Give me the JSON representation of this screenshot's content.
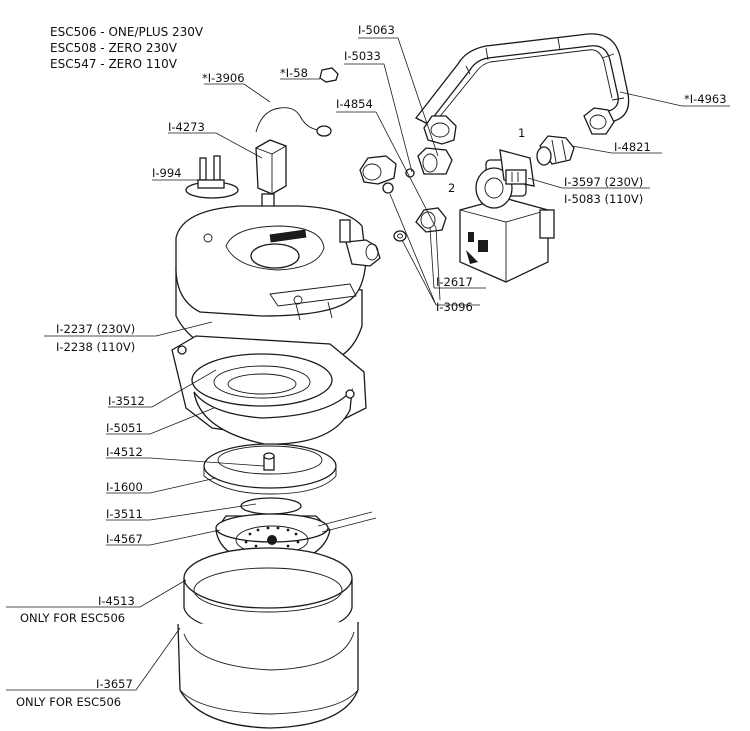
{
  "header": {
    "line1": "ESC506 - ONE/PLUS 230V",
    "line2": "ESC508 - ZERO 230V",
    "line3": "ESC547 - ZERO 110V"
  },
  "labels": {
    "i5063": "I-5063",
    "i5033": "I-5033",
    "i58": "*I-58",
    "i3906": "*I-3906",
    "i4854": "I-4854",
    "i4963": "*I-4963",
    "i4821": "I-4821",
    "i4273": "I-4273",
    "i994": "I-994",
    "num1": "1",
    "num2": "2",
    "i3597": "I-3597 (230V)",
    "i5083": "I-5083 (110V)",
    "i2617": "I-2617",
    "i3096": "I-3096",
    "i2237": "I-2237 (230V)",
    "i2238": "I-2238 (110V)",
    "i3512": "I-3512",
    "i5051": "I-5051",
    "i4512": "I-4512",
    "i1600": "I-1600",
    "i3511": "I-3511",
    "i4567": "I-4567",
    "i4513": "I-4513",
    "only1": "ONLY FOR ESC506",
    "i3657": "I-3657",
    "only2": "ONLY FOR ESC506"
  }
}
